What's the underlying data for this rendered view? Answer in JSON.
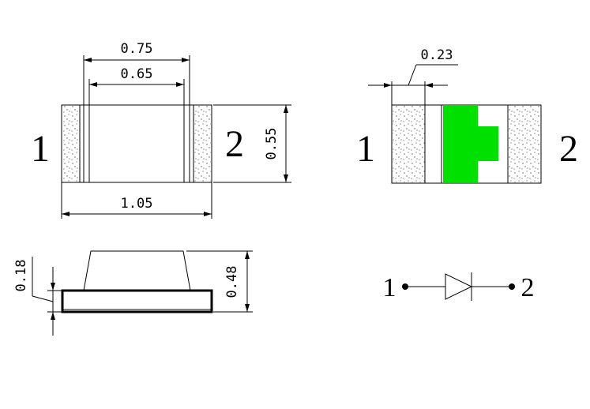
{
  "top_view": {
    "pin_left": "1",
    "pin_right": "2",
    "dim_outer_width": "0.75",
    "dim_inner_width": "0.65",
    "dim_total_length": "1.05",
    "dim_height": "0.55"
  },
  "polarity_view": {
    "pin_left": "1",
    "pin_right": "2",
    "dim_terminal": "0.23",
    "marking_color": "#00e000"
  },
  "side_view": {
    "dim_pad_thickness": "0.18",
    "dim_total_height": "0.48"
  },
  "schematic": {
    "anode_label": "1",
    "cathode_label": "2"
  }
}
